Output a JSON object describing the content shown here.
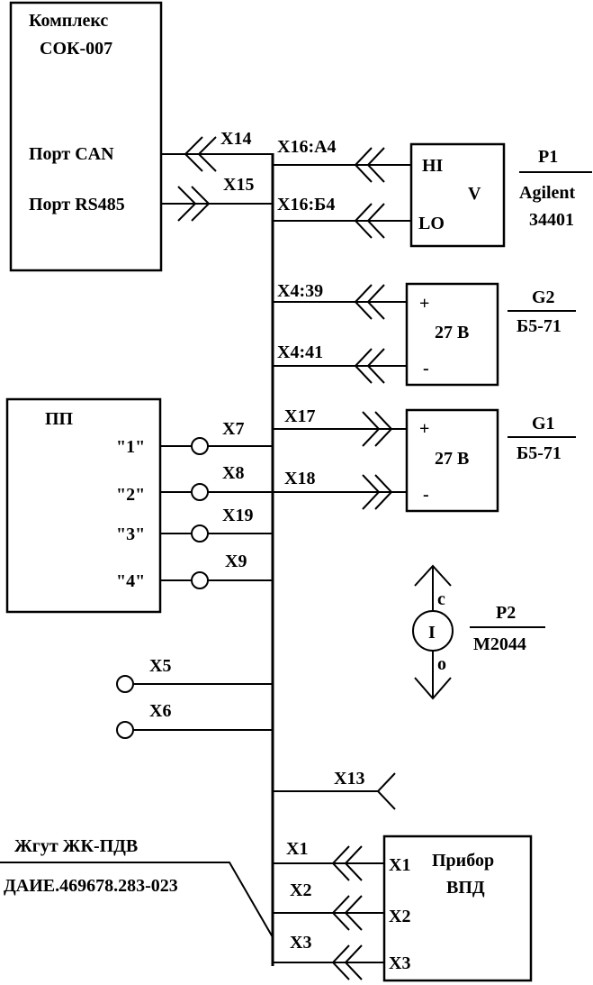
{
  "blocks": {
    "sok": {
      "title1": "Комплекс",
      "title2": "СОК-007",
      "port_can": "Порт  CAN",
      "port_rs485": "Порт  RS485"
    },
    "pp": {
      "title": "ПП",
      "pin1": "\"1\"",
      "pin2": "\"2\"",
      "pin3": "\"3\"",
      "pin4": "\"4\""
    },
    "voltmeter": {
      "hi": "HI",
      "lo": "LO",
      "v": "V",
      "ref": "P1",
      "model1": "Agilent",
      "model2": "34401"
    },
    "g2": {
      "plus": "+",
      "minus": "-",
      "value": "27  В",
      "ref": "G2",
      "model": "Б5-71"
    },
    "g1": {
      "plus": "+",
      "minus": "-",
      "value": "27  В",
      "ref": "G1",
      "model": "Б5-71"
    },
    "ammeter": {
      "symbol": "I",
      "top": "с",
      "bottom": "о",
      "ref": "P2",
      "model": "М2044"
    },
    "vpd": {
      "title1": "Прибор",
      "title2": "ВПД",
      "x1": "X1",
      "x2": "X2",
      "x3": "X3"
    },
    "harness": {
      "name": "Жгут ЖК-ПДВ",
      "code": "ДАИЕ.469678.283-023"
    }
  },
  "connectors": {
    "x14": "X14",
    "x15": "X15",
    "x16a4": "X16:А4",
    "x16b4": "X16:Б4",
    "x4_39": "X4:39",
    "x4_41": "X4:41",
    "x17": "X17",
    "x18": "X18",
    "x7": "X7",
    "x8": "X8",
    "x19": "X19",
    "x9": "X9",
    "x5": "X5",
    "x6": "X6",
    "x13": "X13",
    "x1": "X1",
    "x2": "X2",
    "x3": "X3"
  }
}
